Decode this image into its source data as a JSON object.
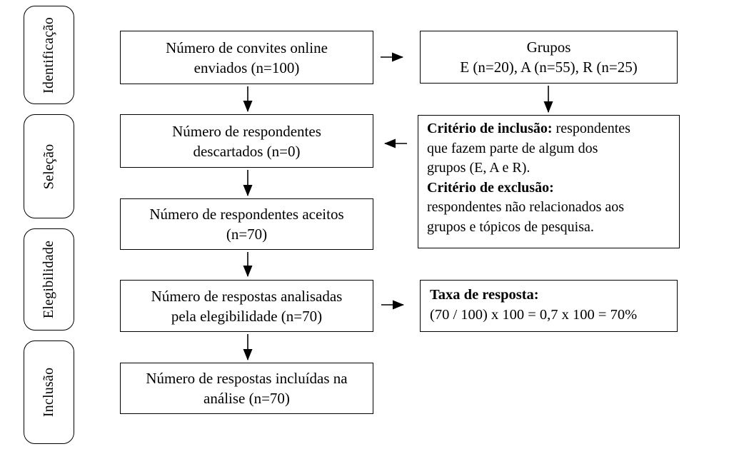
{
  "stages": [
    {
      "label": "Identificação"
    },
    {
      "label": "Seleção"
    },
    {
      "label": "Elegibilidade"
    },
    {
      "label": "Inclusão"
    }
  ],
  "flow": [
    {
      "lines": [
        "Número de convites online",
        "enviados (n=100)"
      ]
    },
    {
      "lines": [
        "Número de respondentes",
        "descartados (n=0)"
      ]
    },
    {
      "lines": [
        "Número de respondentes aceitos",
        "(n=70)"
      ]
    },
    {
      "lines": [
        "Número de respostas analisadas",
        "pela elegibilidade (n=70)"
      ]
    },
    {
      "lines": [
        "Número de respostas incluídas na",
        "análise (n=70)"
      ]
    }
  ],
  "side": {
    "groups": {
      "lines": [
        "Grupos",
        "E (n=20), A (n=55), R (n=25)"
      ]
    },
    "criteria": {
      "lines": [
        {
          "bold": "Critério de inclusão:",
          "normal": " respondentes"
        },
        {
          "normal": "que fazem parte de algum dos"
        },
        {
          "normal": "grupos (E, A e R)."
        },
        {
          "bold": "Critério de exclusão:"
        },
        {
          "normal": "respondentes não relacionados aos"
        },
        {
          "normal": "grupos e tópicos de pesquisa."
        }
      ]
    },
    "response_rate": {
      "label": "Taxa de resposta:",
      "formula": "(70 / 100) x 100 = 0,7 x 100 = 70%"
    }
  },
  "colors": {
    "ink": "#000000",
    "background": "#ffffff"
  }
}
